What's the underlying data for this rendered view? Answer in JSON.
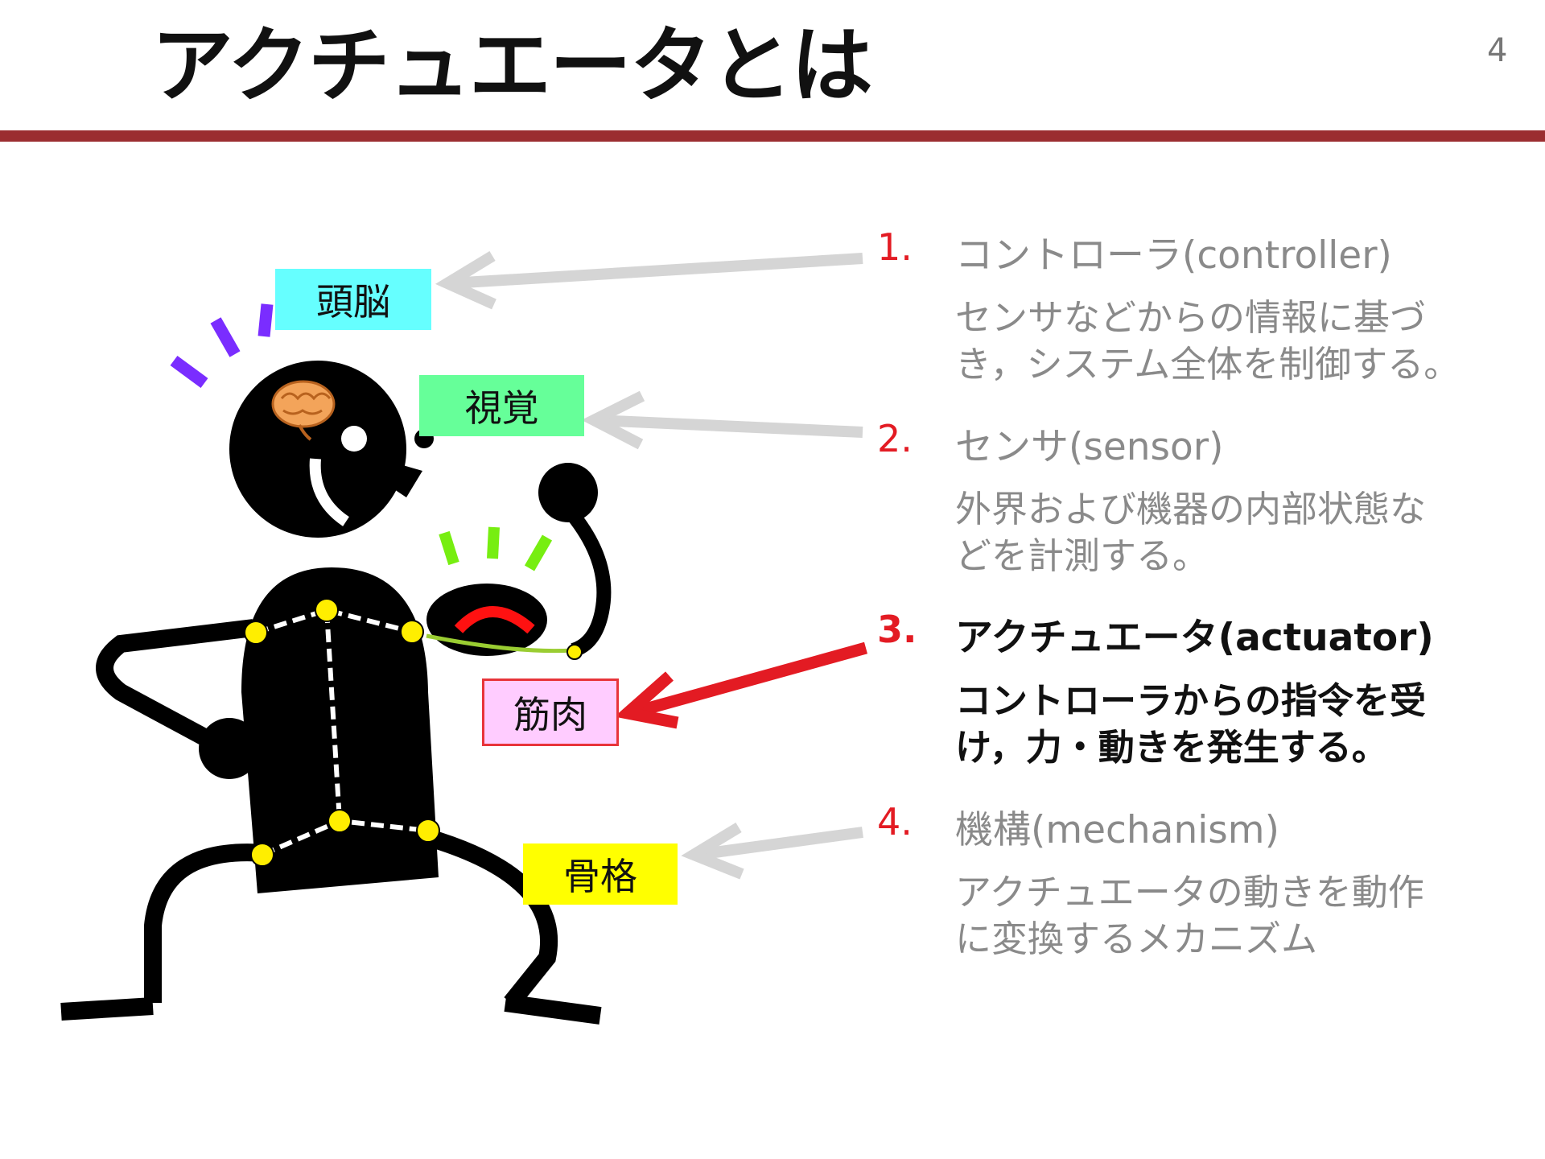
{
  "slide": {
    "title": "アクチュエータとは",
    "page_number": "4"
  },
  "labels": {
    "brain": "頭脳",
    "vision": "視覚",
    "muscle": "筋肉",
    "skeleton": "骨格"
  },
  "items": [
    {
      "number": "1.",
      "heading": "コントローラ(controller)",
      "desc_line1": "センサなどからの情報に基づ",
      "desc_line2": "き，システム全体を制御する。"
    },
    {
      "number": "2.",
      "heading": "センサ(sensor)",
      "desc_line1": "外界および機器の内部状態な",
      "desc_line2": "どを計測する。"
    },
    {
      "number": "3.",
      "heading": "アクチュエータ(actuator)",
      "desc_line1": "コントローラからの指令を受",
      "desc_line2": "け，力・動きを発生する。"
    },
    {
      "number": "4.",
      "heading": "機構(mechanism)",
      "desc_line1": "アクチュエータの動きを動作",
      "desc_line2": "に変換するメカニズム"
    }
  ],
  "colors": {
    "rule": "#9b2d30",
    "accent_red": "#e31b23",
    "muted_text": "#8a8a8a",
    "brain_label_bg": "#66ffff",
    "vision_label_bg": "#66ff99",
    "muscle_label_bg": "#ffccff",
    "skeleton_label_bg": "#ffff00",
    "joint_yellow": "#ffee00"
  },
  "icons": [
    "brain-icon",
    "robot-figure",
    "arrow-left-icon"
  ]
}
